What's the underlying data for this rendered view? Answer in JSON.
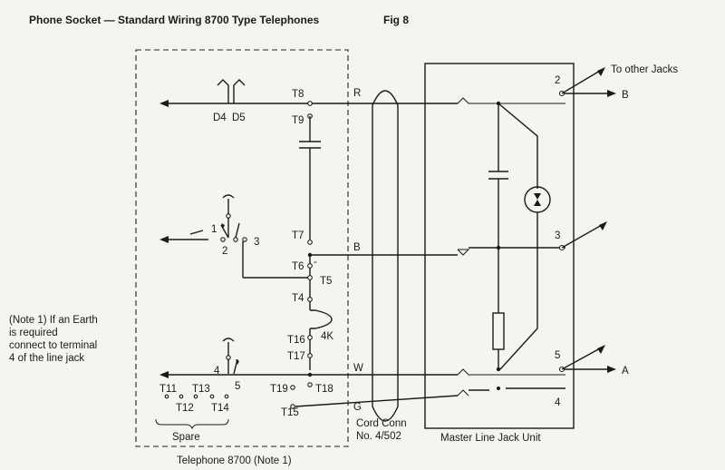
{
  "title": "Phone Socket — Standard Wiring 8700 Type Telephones",
  "fig": "Fig 8",
  "to_other_jacks": "To other Jacks",
  "telephone_label": "Telephone 8700 (Note 1)",
  "cord_label_1": "Cord Conn",
  "cord_label_2": "No. 4/502",
  "master_label": "Master Line Jack Unit",
  "spare_label": "Spare",
  "note": [
    "(Note 1) If an Earth",
    "is required",
    "connect to terminal",
    "4 of the line jack"
  ],
  "wires": {
    "R": "R",
    "B": "B",
    "W": "W",
    "G": "G"
  },
  "jack_terminals": {
    "t2": "2",
    "t3": "3",
    "t5": "5",
    "t4": "4"
  },
  "line_labels": {
    "B": "B",
    "A": "A"
  },
  "phone_terminals": {
    "T8": "T8",
    "T9": "T9",
    "T7": "T7",
    "T6": "T6",
    "T5": "T5",
    "T4": "T4",
    "T16": "T16",
    "T17": "T17",
    "T18": "T18",
    "T19": "T19",
    "T15": "T15",
    "T11": "T11",
    "T13": "T13",
    "T12": "T12",
    "T14": "T14"
  },
  "components": {
    "D4": "D4",
    "D5": "D5",
    "resistor": "4K"
  },
  "switch_marks": {
    "s1": "1",
    "s2": "2",
    "s3": "3",
    "s4": "4",
    "s5": "5",
    "minus": "-"
  }
}
